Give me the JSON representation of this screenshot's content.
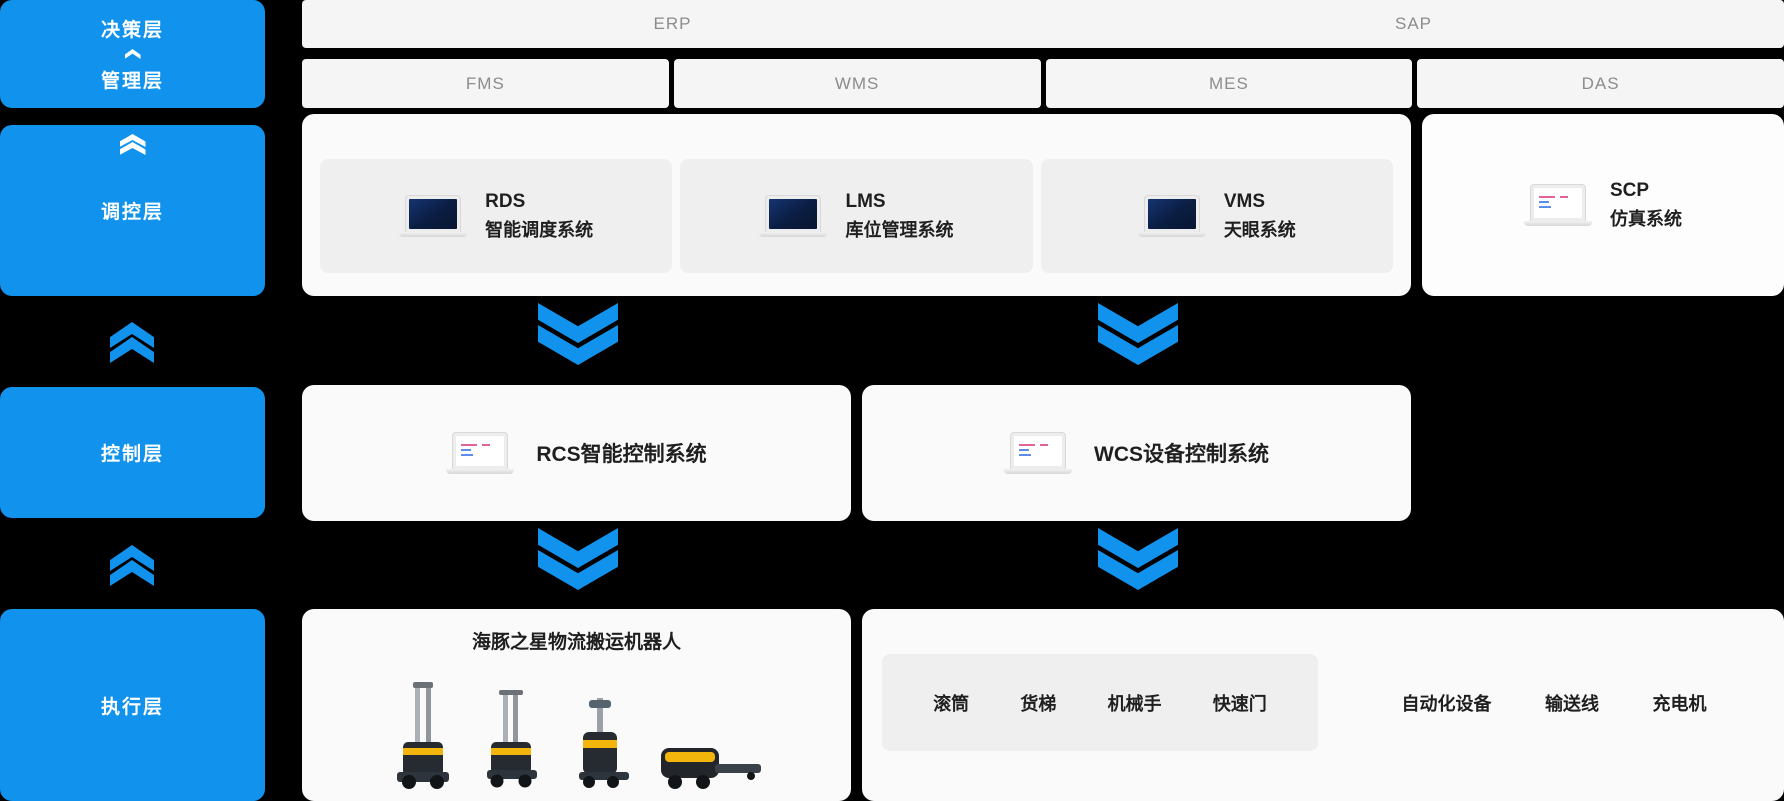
{
  "colors": {
    "accent_blue": "#1192EC",
    "panel": "#FAFAFA",
    "panel_inner": "#EFEFEF",
    "top_bar_gray": "#F5F5F5",
    "muted_text": "#8C8C8C",
    "dark_text": "#1F1F1F"
  },
  "left_layers": {
    "decision": "决策层",
    "management": "管理层",
    "regulation": "调控层",
    "control": "控制层",
    "execution": "执行层"
  },
  "top_row": {
    "erp": "ERP",
    "sap": "SAP"
  },
  "second_row": {
    "fms": "FMS",
    "wms": "WMS",
    "mes": "MES",
    "das": "DAS"
  },
  "scheduling_systems": [
    {
      "code": "RDS",
      "name": "智能调度系统"
    },
    {
      "code": "LMS",
      "name": "库位管理系统"
    },
    {
      "code": "VMS",
      "name": "天眼系统"
    }
  ],
  "scp_system": {
    "code": "SCP",
    "name": "仿真系统"
  },
  "control_systems": {
    "rcs": "RCS智能控制系统",
    "wcs": "WCS设备控制系统"
  },
  "execution": {
    "robots_title": "海豚之星物流搬运机器人",
    "inner_devices": [
      "滚筒",
      "货梯",
      "机械手",
      "快速门"
    ],
    "outer_devices": [
      "自动化设备",
      "输送线",
      "充电机"
    ]
  }
}
